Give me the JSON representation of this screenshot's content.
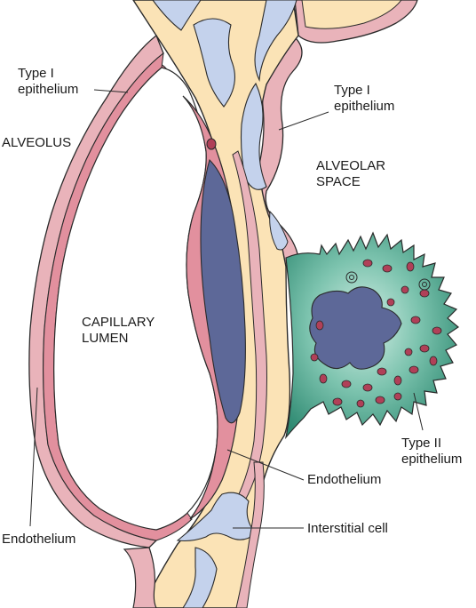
{
  "labels": {
    "type1_left": [
      "Type I",
      "epithelium"
    ],
    "alveolus": "ALVEOLUS",
    "type1_right": [
      "Type I",
      "epithelium"
    ],
    "alveolar_space": [
      "ALVEOLAR",
      "SPACE"
    ],
    "capillary_lumen": [
      "CAPILLARY",
      "LUMEN"
    ],
    "type2": [
      "Type II",
      "epithelium"
    ],
    "endothelium_right": "Endothelium",
    "endothelium_left": "Endothelium",
    "interstitial_cell": "Interstitial cell"
  },
  "colors": {
    "pink_epithelium": "#e9b3ba",
    "pink_endothelium": "#e2909e",
    "interstitium_tan": "#fbe3b6",
    "interstitial_blue": "#c4d2ec",
    "nucleus_purple": "#5d6898",
    "type2_green": "#3e9c84",
    "granule_red": "#b04058",
    "outline": "#2a2a2a"
  }
}
